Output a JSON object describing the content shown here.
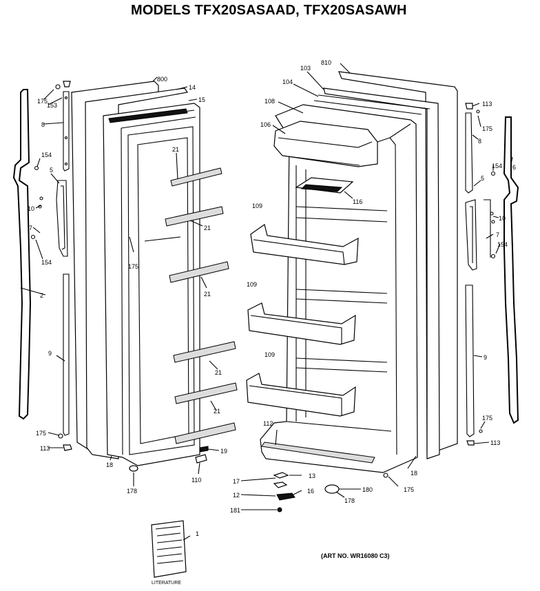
{
  "header": {
    "title": "MODELS TFX20SASAAD, TFX20SASAWH"
  },
  "footer": {
    "art_number": "(ART NO. WR16080 C3)"
  },
  "literature": {
    "label": "LITERATURE"
  },
  "callouts": {
    "c175a": "175",
    "c153": "153",
    "c8a": "8",
    "c154a": "154",
    "c5a": "5",
    "c10a": "10",
    "c7a": "7",
    "c154b": "154",
    "c2": "2",
    "c9a": "9",
    "c175b": "175",
    "c113a": "113",
    "c800": "800",
    "c14": "14",
    "c15": "15",
    "c21a": "21",
    "c21b": "21",
    "c175c": "175",
    "c21c": "21",
    "c21d": "21",
    "c21e": "21",
    "c19": "19",
    "c18a": "18",
    "c178a": "178",
    "c110": "110",
    "c810": "810",
    "c103": "103",
    "c104": "104",
    "c108a": "108",
    "c106": "106",
    "c116": "116",
    "c109a": "109",
    "c109b": "109",
    "c109c": "109",
    "c112": "112",
    "c18b": "18",
    "c175d": "175",
    "c17": "17",
    "c13": "13",
    "c12": "12",
    "c16": "16",
    "c181": "181",
    "c180": "180",
    "c178b": "178",
    "c113b": "113",
    "c175e": "175",
    "c8b": "8",
    "c6": "6",
    "c154c": "154",
    "c5b": "5",
    "c10b": "10",
    "c7b": "7",
    "c154d": "154",
    "c9b": "9",
    "c175f": "175",
    "c113c": "113",
    "c1": "1"
  }
}
